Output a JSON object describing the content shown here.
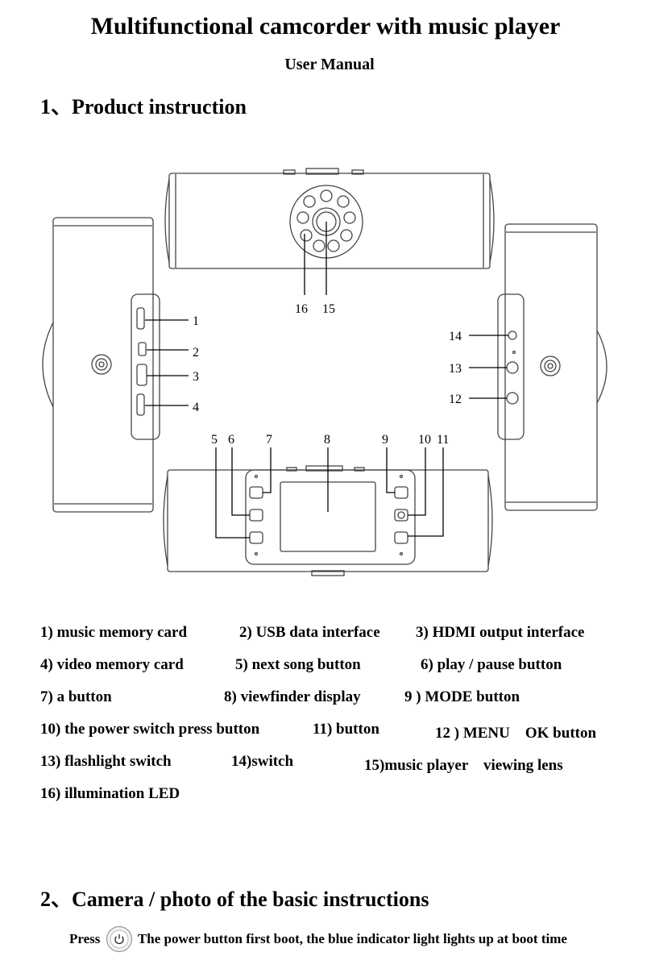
{
  "title": "Multifunctional camcorder with music player",
  "subtitle": "User Manual",
  "section1": {
    "heading": "1、Product instruction"
  },
  "diagram": {
    "callouts": [
      "1",
      "2",
      "3",
      "4",
      "5",
      "6",
      "7",
      "8",
      "9",
      "10",
      "11",
      "12",
      "13",
      "14",
      "15",
      "16"
    ]
  },
  "legend": [
    [
      "1) music memory card",
      "2) USB data interface",
      "3) HDMI output interface"
    ],
    [
      "4) video memory card",
      "5) next song button",
      "6) play / pause button"
    ],
    [
      "7) a button",
      "8) viewfinder display",
      "9 ) MODE button"
    ],
    [
      "10) the power switch press button",
      "11) button",
      "12 ) MENU　OK button"
    ],
    [
      "13) flashlight switch",
      "14)switch",
      "15)music player　viewing lens"
    ],
    [
      "16) illumination LED"
    ]
  ],
  "section2": {
    "heading": "2、Camera / photo of the basic instructions",
    "press_label": "Press",
    "press_text": "The power button first boot, the blue indicator light lights up at boot time",
    "icon": "power-icon"
  }
}
